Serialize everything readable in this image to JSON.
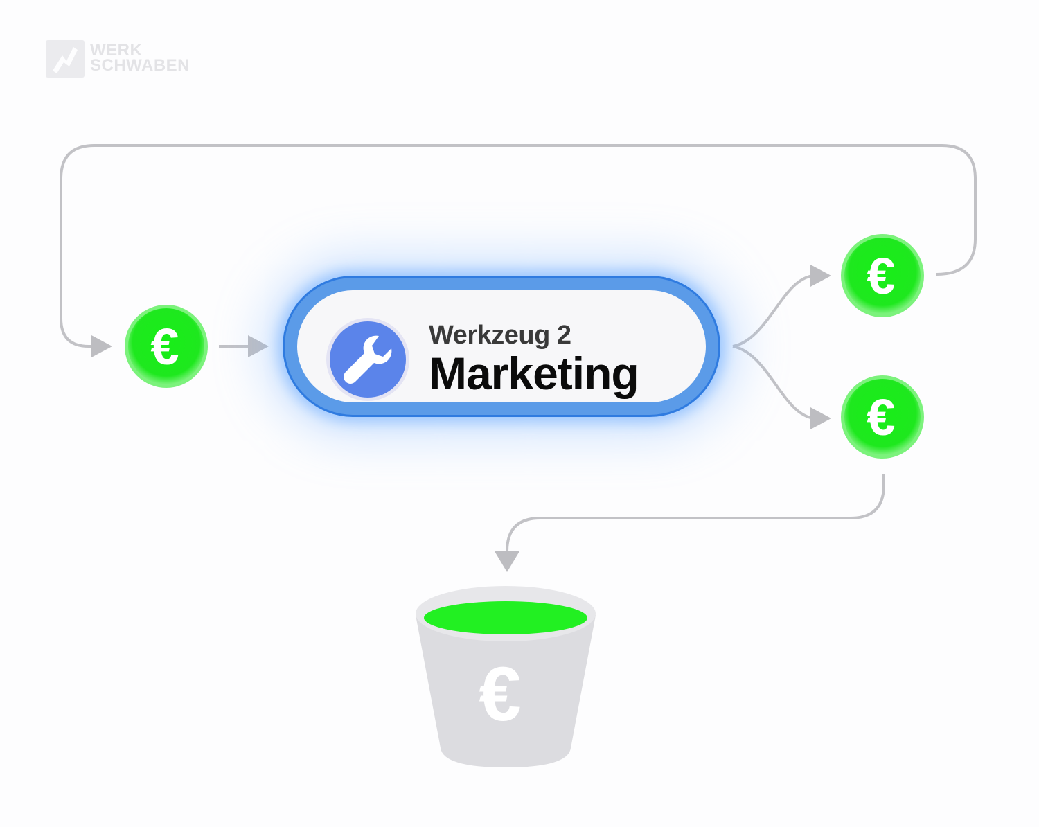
{
  "brand": {
    "line1": "WERK",
    "line2": "SCHWABEN"
  },
  "tool": {
    "subtitle": "Werkzeug 2",
    "title": "Marketing",
    "icon": "wrench-icon"
  },
  "coin": {
    "symbol": "€",
    "icon": "euro-coin-icon"
  },
  "bucket": {
    "symbol": "€",
    "icon": "bucket-icon"
  },
  "colors": {
    "coin_green": "#1ef01e",
    "coin_rim": "#7cf27c",
    "arrow_gray": "#bdbdc1",
    "card_blue": "#2f7be0",
    "icon_blue": "#5b84ea",
    "bucket_gray": "#dcdce0",
    "bucket_fill": "#22f022"
  }
}
